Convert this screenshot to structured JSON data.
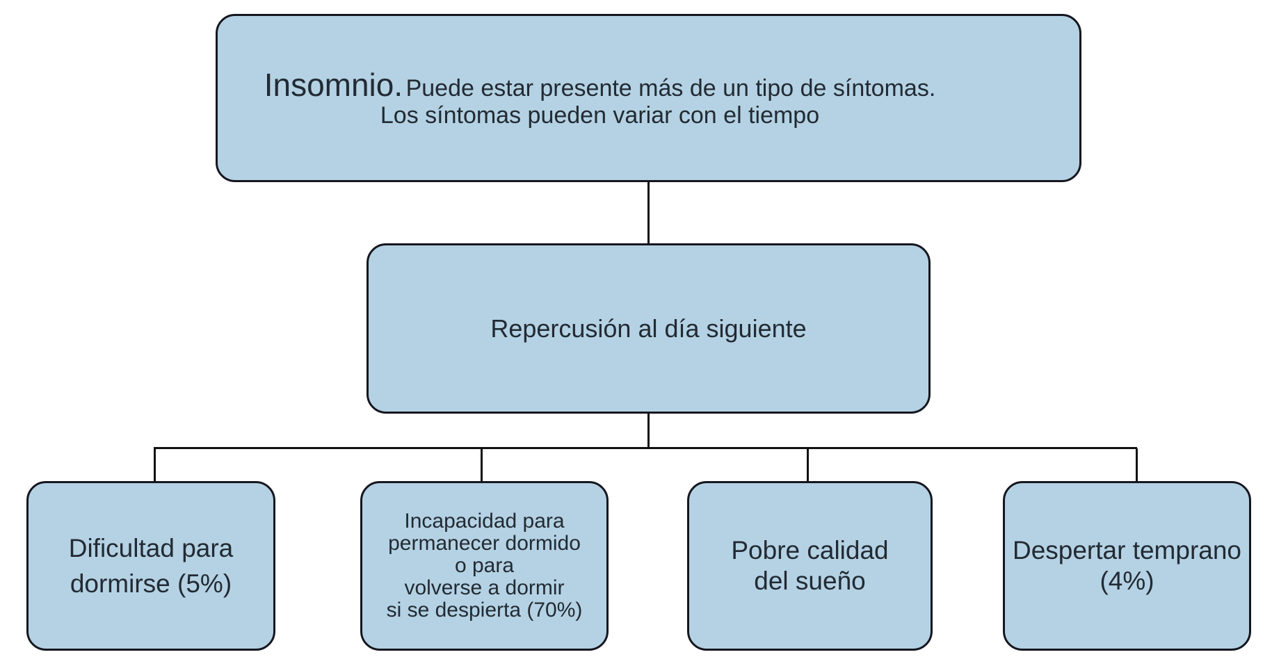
{
  "diagram": {
    "top_box": {
      "title": "Insomnio.",
      "subtitle": "Puede estar presente más de un tipo de síntomas.",
      "line2": "Los síntomas pueden variar con el tiempo"
    },
    "middle_box": {
      "label": "Repercusión al día siguiente"
    },
    "leaves": [
      {
        "lines": [
          "Dificultad para",
          "dormirse (5%)"
        ]
      },
      {
        "lines": [
          "Incapacidad para",
          "permanecer dormido",
          "o para",
          "volverse a dormir",
          "si se despierta (70%)"
        ]
      },
      {
        "lines": [
          "Pobre calidad",
          "del sueño"
        ]
      },
      {
        "lines": [
          "Despertar temprano",
          "(4%)"
        ]
      }
    ],
    "colors": {
      "box_fill": "#b4d2e3",
      "box_border": "#15161f",
      "line_color": "#111111",
      "text_color": "#222a33"
    }
  }
}
